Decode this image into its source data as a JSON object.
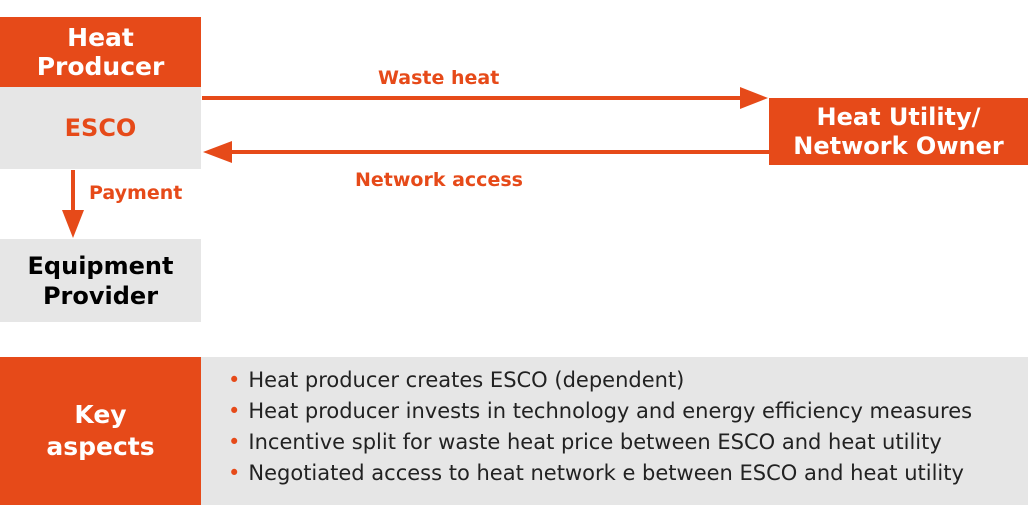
{
  "nodes": {
    "heat_producer": "Heat Producer",
    "esco": "ESCO",
    "equipment_line1": "Equipment",
    "equipment_line2": "Provider",
    "heat_utility_line1": "Heat Utility/",
    "heat_utility_line2": "Network Owner"
  },
  "edges": {
    "waste_heat": "Waste heat",
    "network_access": "Network access",
    "payment": "Payment"
  },
  "key_aspects": {
    "title_line1": "Key",
    "title_line2": "aspects",
    "bullet": "•",
    "items": [
      "Heat producer creates ESCO (dependent)",
      "Heat producer invests in technology and energy efficiency measures",
      "Incentive split for waste heat price between ESCO and heat utility",
      "Negotiated access to heat network e between ESCO and heat utility"
    ]
  },
  "colors": {
    "accent": "#e64a19",
    "box_grey": "#e6e6e6"
  }
}
